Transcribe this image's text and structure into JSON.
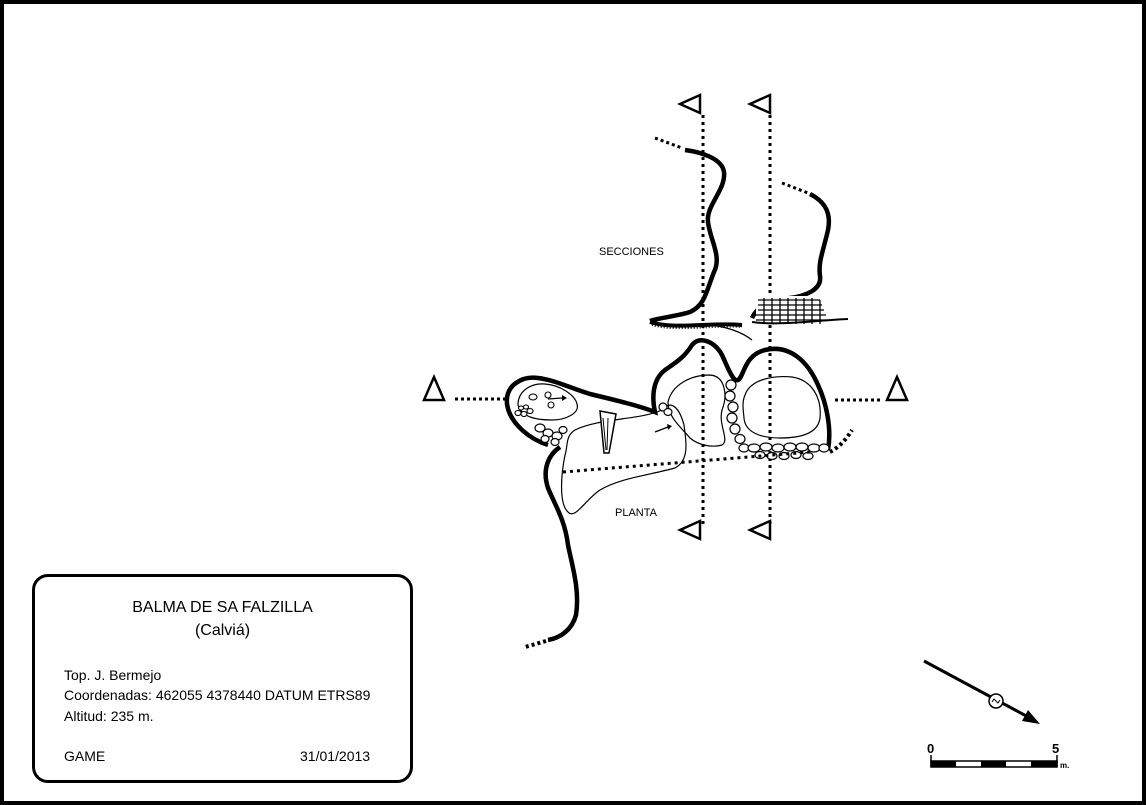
{
  "labels": {
    "sections": "SECCIONES",
    "plan": "PLANTA"
  },
  "info": {
    "cave_name": "BALMA DE SA FALZILLA",
    "municipality": "(Calviá)",
    "surveyor": "Top.  J. Bermejo",
    "coordinates": "Coordenadas: 462055 4378440  DATUM ETRS89",
    "altitude": "Altitud: 235 m.",
    "group": "GAME",
    "date": "31/01/2013"
  },
  "scale_bar": {
    "start_label": "0",
    "end_label": "5",
    "unit": "m."
  },
  "north_arrow": {
    "icon": "north-arrow-icon"
  },
  "colors": {
    "ink": "#000000",
    "paper": "#ffffff"
  }
}
